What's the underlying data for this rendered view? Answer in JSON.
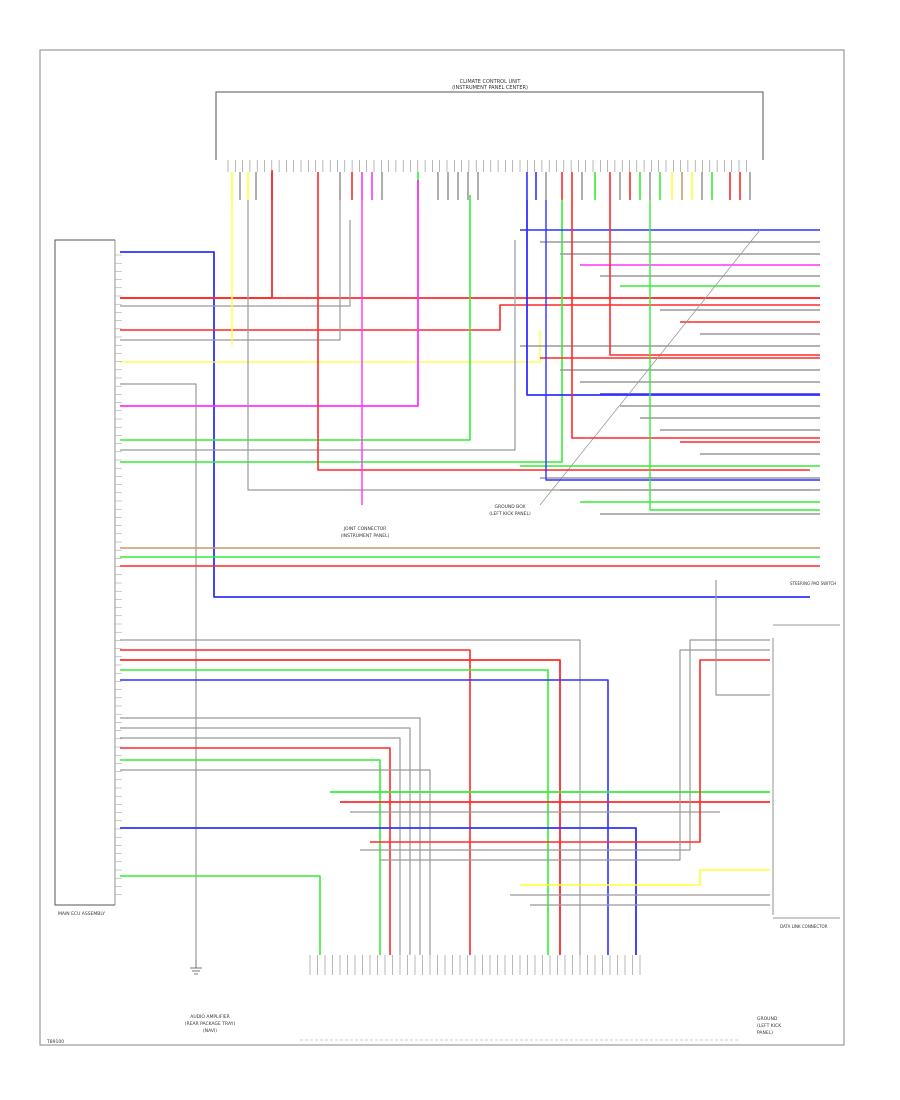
{
  "colors": {
    "red": "#ff2a2a",
    "blue": "#3030ff",
    "green": "#33ee33",
    "yellow": "#ffff33",
    "magenta": "#ff33ff",
    "gray": "#999999",
    "black": "#222222",
    "brown": "#cc9966",
    "pink": "#ffb0b0",
    "cyan": "#55dddd",
    "lightgreen": "#a6f0a6",
    "purple": "#aa44cc",
    "orange": "#ffaa33",
    "wire_default": "#999999"
  },
  "labels": {
    "top_unit": "CLIMATE CONTROL UNIT",
    "top_unit_sub": "(INSTRUMENT PANEL CENTER)",
    "left_unit": "MAIN ECU ASSEMBLY",
    "connector_center": "JOINT CONNECTOR",
    "connector_center_sub": "(INSTRUMENT PANEL)",
    "ground_label": "GROUND BOX",
    "ground_sub": "(LEFT KICK PANEL)",
    "right_top": "STEERING PAD SWITCH",
    "right_lower": "DATA LINK CONNECTOR",
    "bottom_left_1": "AUDIO AMPLIFIER",
    "bottom_left_2": "(REAR PACKAGE TRAY)",
    "bottom_left_3": "(NAVI)",
    "bottom_right_1": "GROUND",
    "bottom_right_2": "(LEFT KICK",
    "bottom_right_3": "PANEL)",
    "footer_code": "T89100"
  }
}
